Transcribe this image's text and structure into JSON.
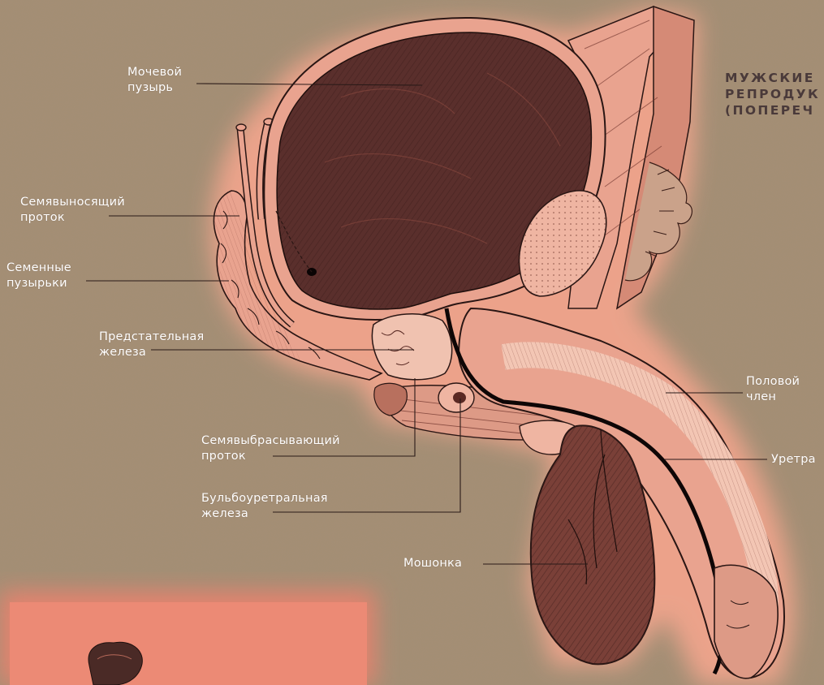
{
  "title": {
    "line1": "МУЖСКИЕ",
    "line2": "РЕПРОДУК",
    "line3": "(ПОПЕРЕЧ"
  },
  "labels": {
    "bladder": [
      "Мочевой",
      "пузырь"
    ],
    "vas_deferens": [
      "Семявыносящий",
      "проток"
    ],
    "seminal_vesicles": [
      "Семенные",
      "пузырьки"
    ],
    "prostate": [
      "Предстательная",
      "железа"
    ],
    "ejaculatory_duct": [
      "Семявыбрасывающий",
      "проток"
    ],
    "bulbourethral_gland": [
      "Бульбоуретральная",
      "железа"
    ],
    "scrotum": "Мошонка",
    "penis": [
      "Половой",
      "член"
    ],
    "urethra": "Уретра"
  },
  "colors": {
    "background": "#a48e74",
    "glow": "#f0a48c",
    "tissue": "#e9a38f",
    "bladder_dark": "#5a2f2c",
    "outline": "#2a1614",
    "label_text": "#ffffff",
    "title_text": "#4a3a3a"
  }
}
